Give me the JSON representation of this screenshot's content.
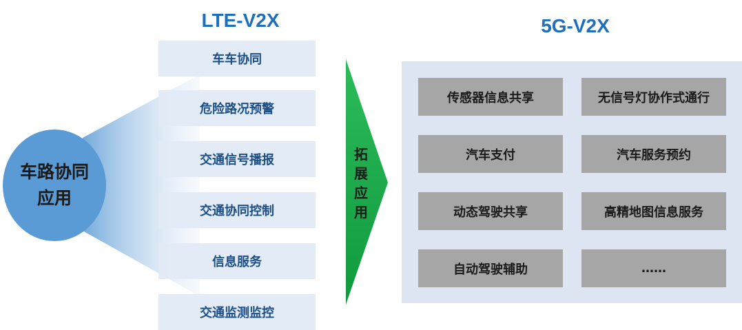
{
  "hub": {
    "line1": "车路协同",
    "line2": "应用"
  },
  "lte": {
    "title": "LTE-V2X",
    "items": [
      "车车协同",
      "危险路况预警",
      "交通信号播报",
      "交通协同控制",
      "信息服务",
      "交通监测监控"
    ]
  },
  "arrow": {
    "chars": [
      "拓",
      "展",
      "应",
      "用"
    ]
  },
  "g5": {
    "title": "5G-V2X",
    "items": [
      "传感器信息共享",
      "无信号灯协作式通行",
      "汽车支付",
      "汽车服务预约",
      "动态驾驶共享",
      "高精地图信息服务",
      "自动驾驶辅助",
      "……"
    ]
  },
  "colors": {
    "title_blue": "#1f6ebd",
    "hub_blue": "#5b9bd5",
    "lte_box": "#e2eaf5",
    "lte_text": "#1c4f86",
    "arrow_green": "#1aa64a",
    "panel_bg": "#dde5f3",
    "g5_box": "#a6a6a6"
  }
}
